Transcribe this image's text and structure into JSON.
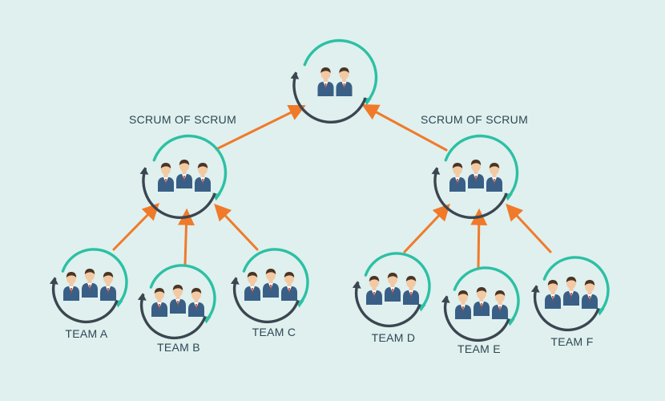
{
  "colors": {
    "background": "#dff0ee",
    "arrow": "#f07a2a",
    "cycle_primary": "#2cc0a4",
    "cycle_secondary": "#3b4650",
    "suit": "#3a5f86",
    "skin": "#f3c9a4",
    "hair": "#4a3524",
    "text": "#2f4654"
  },
  "labels": {
    "scrum_left": "SCRUM OF SCRUM",
    "scrum_right": "SCRUM OF SCRUM",
    "team_a": "TEAM A",
    "team_b": "TEAM B",
    "team_c": "TEAM C",
    "team_d": "TEAM D",
    "team_e": "TEAM E",
    "team_f": "TEAM F"
  },
  "groups": {
    "top": {
      "people": 2
    },
    "scrum_left": {
      "people": 3
    },
    "scrum_right": {
      "people": 3
    },
    "team_a": {
      "people": 3
    },
    "team_b": {
      "people": 3
    },
    "team_c": {
      "people": 3
    },
    "team_d": {
      "people": 3
    },
    "team_e": {
      "people": 3
    },
    "team_f": {
      "people": 3
    }
  },
  "connections": [
    {
      "from": "scrum_left",
      "to": "top"
    },
    {
      "from": "scrum_right",
      "to": "top"
    },
    {
      "from": "team_a",
      "to": "scrum_left"
    },
    {
      "from": "team_b",
      "to": "scrum_left"
    },
    {
      "from": "team_c",
      "to": "scrum_left"
    },
    {
      "from": "team_d",
      "to": "scrum_right"
    },
    {
      "from": "team_e",
      "to": "scrum_right"
    },
    {
      "from": "team_f",
      "to": "scrum_right"
    }
  ]
}
